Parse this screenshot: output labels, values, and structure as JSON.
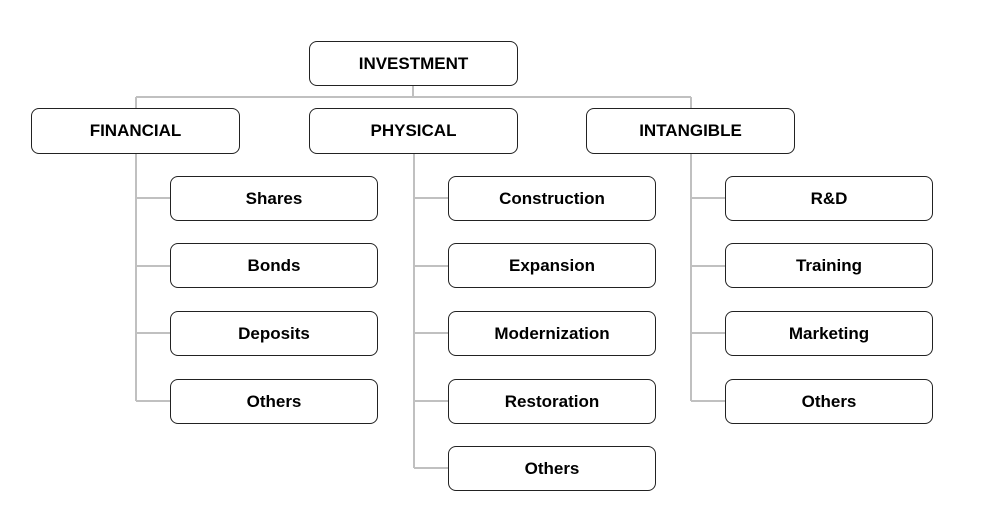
{
  "root": {
    "label": "INVESTMENT"
  },
  "categories": [
    {
      "label": "FINANCIAL",
      "items": [
        "Shares",
        "Bonds",
        "Deposits",
        "Others"
      ]
    },
    {
      "label": "PHYSICAL",
      "items": [
        "Construction",
        "Expansion",
        "Modernization",
        "Restoration",
        "Others"
      ]
    },
    {
      "label": "INTANGIBLE",
      "items": [
        "R&D",
        "Training",
        "Marketing",
        "Others"
      ]
    }
  ],
  "colors": {
    "connector": "#c0c0c0",
    "border": "#222222",
    "text": "#000000"
  }
}
